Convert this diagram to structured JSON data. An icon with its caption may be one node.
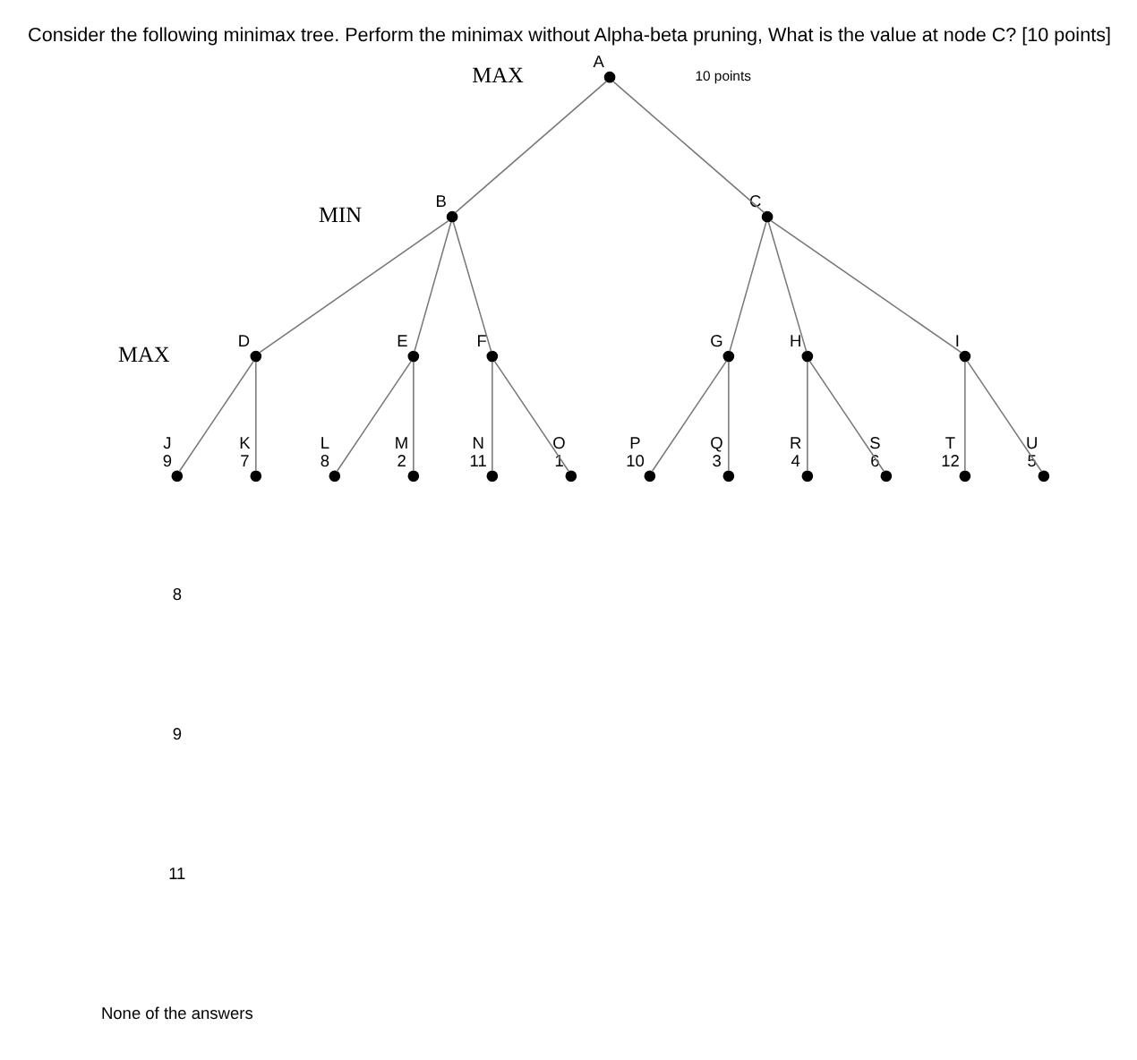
{
  "diagram": {
    "title": "Consider the following minimax tree. Perform the minimax without Alpha-beta pruning, What is the value at node C? [10 points]",
    "nodes": [
      {
        "text": [],
        "shape": "circle",
        "beside": [
          "A"
        ]
      },
      {
        "text": [],
        "shape": "circle",
        "beside": [
          "B"
        ]
      },
      {
        "text": [],
        "shape": "circle",
        "beside": [
          "C"
        ]
      },
      {
        "text": [],
        "shape": "circle",
        "beside": [
          "D"
        ]
      },
      {
        "text": [],
        "shape": "circle",
        "beside": [
          "E"
        ]
      },
      {
        "text": [],
        "shape": "circle",
        "beside": [
          "F"
        ]
      },
      {
        "text": [],
        "shape": "circle",
        "beside": [
          "G"
        ]
      },
      {
        "text": [],
        "shape": "circle",
        "beside": [
          "H"
        ]
      },
      {
        "text": [],
        "shape": "circle",
        "beside": [
          "I"
        ]
      },
      {
        "text": [],
        "shape": "circle",
        "beside": [
          "J",
          "9"
        ]
      },
      {
        "text": [],
        "shape": "circle",
        "beside": [
          "K",
          "7"
        ]
      },
      {
        "text": [],
        "shape": "circle",
        "beside": [
          "L",
          "8"
        ]
      },
      {
        "text": [],
        "shape": "circle",
        "beside": [
          "M",
          "2"
        ]
      },
      {
        "text": [],
        "shape": "circle",
        "beside": [
          "N",
          "11"
        ]
      },
      {
        "text": [],
        "shape": "circle",
        "beside": [
          "O",
          "1"
        ]
      },
      {
        "text": [],
        "shape": "circle",
        "beside": [
          "P",
          "10"
        ]
      },
      {
        "text": [],
        "shape": "circle",
        "beside": [
          "Q",
          "3"
        ]
      },
      {
        "text": [],
        "shape": "circle",
        "beside": [
          "R",
          "4"
        ]
      },
      {
        "text": [],
        "shape": "circle",
        "beside": [
          "S",
          "6"
        ]
      },
      {
        "text": [],
        "shape": "circle",
        "beside": [
          "T",
          "12"
        ]
      },
      {
        "text": [],
        "shape": "circle",
        "beside": [
          "U",
          "5"
        ]
      }
    ],
    "edges": [
      {
        "from": 0,
        "to": 1,
        "arrow": "none"
      },
      {
        "from": 0,
        "to": 2,
        "arrow": "none"
      },
      {
        "from": 1,
        "to": 3,
        "arrow": "none"
      },
      {
        "from": 1,
        "to": 4,
        "arrow": "none"
      },
      {
        "from": 1,
        "to": 5,
        "arrow": "none"
      },
      {
        "from": 2,
        "to": 6,
        "arrow": "none"
      },
      {
        "from": 2,
        "to": 7,
        "arrow": "none"
      },
      {
        "from": 2,
        "to": 8,
        "arrow": "none"
      },
      {
        "from": 3,
        "to": 9,
        "arrow": "none"
      },
      {
        "from": 3,
        "to": 10,
        "arrow": "none"
      },
      {
        "from": 4,
        "to": 11,
        "arrow": "none"
      },
      {
        "from": 4,
        "to": 12,
        "arrow": "none"
      },
      {
        "from": 5,
        "to": 13,
        "arrow": "none"
      },
      {
        "from": 5,
        "to": 14,
        "arrow": "none"
      },
      {
        "from": 6,
        "to": 15,
        "arrow": "none"
      },
      {
        "from": 6,
        "to": 16,
        "arrow": "none"
      },
      {
        "from": 7,
        "to": 17,
        "arrow": "none"
      },
      {
        "from": 7,
        "to": 18,
        "arrow": "none"
      },
      {
        "from": 8,
        "to": 19,
        "arrow": "none"
      },
      {
        "from": 8,
        "to": 20,
        "arrow": "none"
      }
    ],
    "labels": [
      "10 points",
      "MAX",
      "MIN",
      "MAX",
      "8",
      "9",
      "11",
      "None of the answers"
    ]
  }
}
